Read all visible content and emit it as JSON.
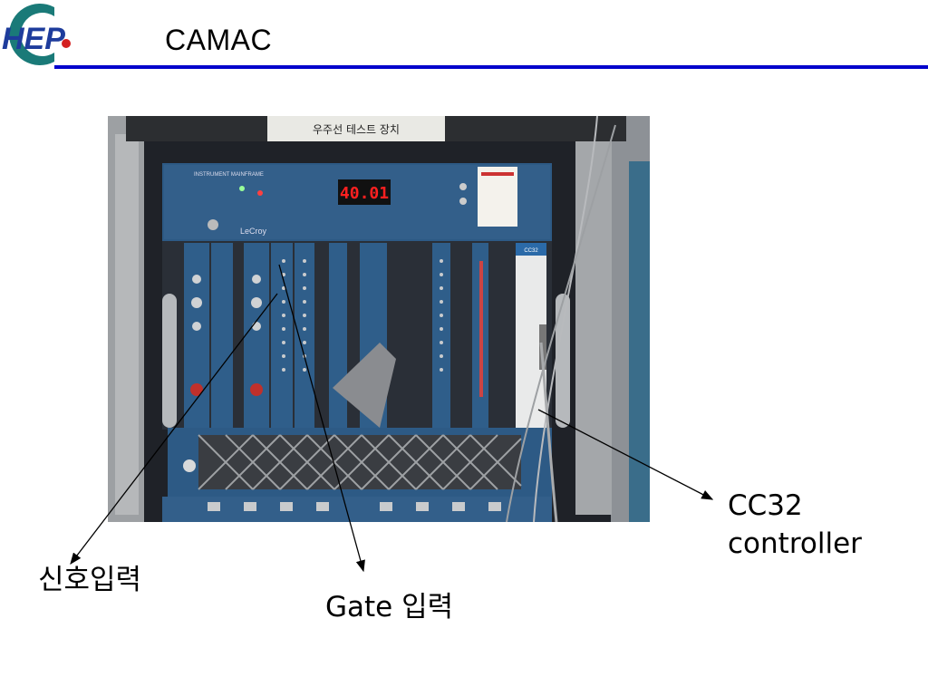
{
  "slide": {
    "title": "CAMAC",
    "logo_text": "HEP"
  },
  "photo": {
    "sign_text": "우주선 테스트 장치",
    "display_reading": "40.01",
    "brand_label": "LeCroy",
    "panel_label": "INSTRUMENT MAINFRAME",
    "controller_tag": "CC32"
  },
  "annotations": {
    "signal_input": "신호입력",
    "gate_input": "Gate 입력",
    "controller_line1": "CC32",
    "controller_line2": "controller"
  },
  "colors": {
    "rule": "#0000cc",
    "logo_teal": "#1a7a78",
    "logo_blue": "#1e3c9c",
    "logo_red": "#d42020",
    "crate_blue": "#2d5a85"
  }
}
